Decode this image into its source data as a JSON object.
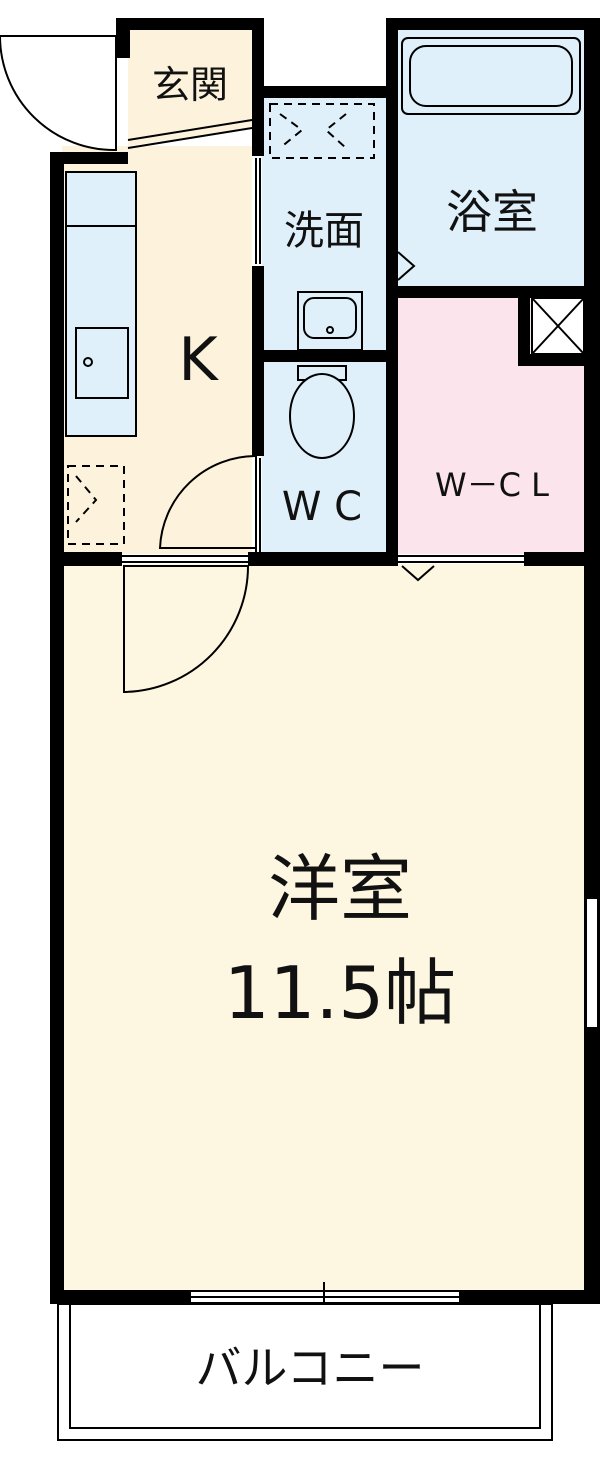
{
  "rooms": {
    "entrance": "玄関",
    "kitchen": "K",
    "washroom": "洗面",
    "bathroom": "浴室",
    "toilet": "W C",
    "walk_in_closet": "W－C L",
    "western_room": "洋室",
    "western_room_size": "11.5帖",
    "balcony": "バルコニー"
  },
  "colors": {
    "wall": "#000000",
    "entrance_kitchen_floor": "#fdf3dc",
    "western_room_floor": "#fdf6e1",
    "wet_area_floor": "#dff0fb",
    "closet_floor": "#fce4ec",
    "fixture_fill": "#dff0fb"
  }
}
